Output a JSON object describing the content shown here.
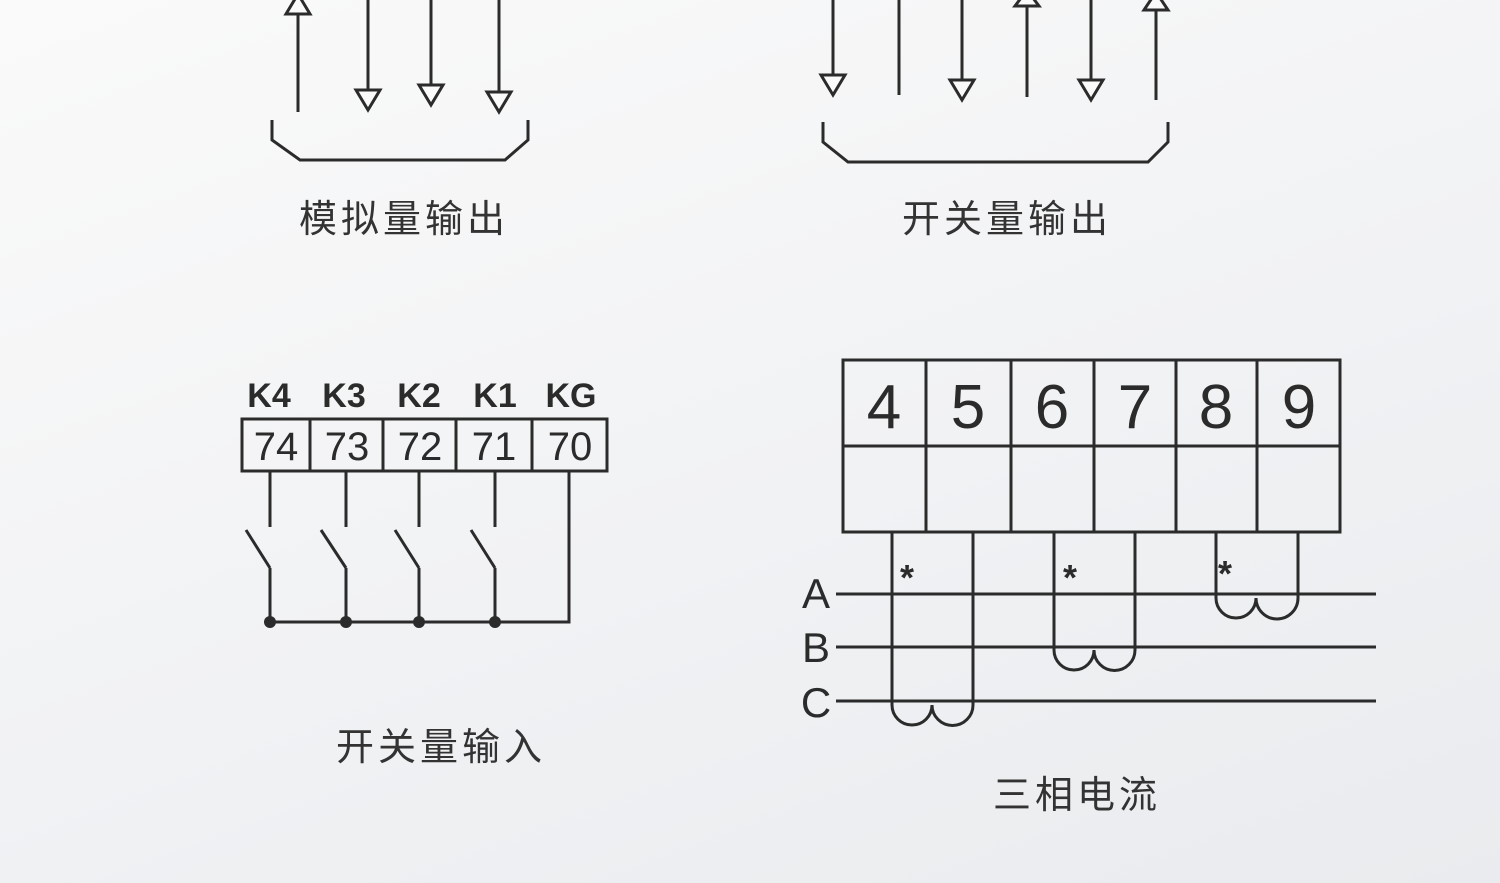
{
  "analog_output": {
    "caption": "模拟量输出"
  },
  "switch_output": {
    "caption": "开关量输出"
  },
  "switch_input": {
    "caption": "开关量输入",
    "terminals": [
      {
        "label": "K4",
        "number": "74"
      },
      {
        "label": "K3",
        "number": "73"
      },
      {
        "label": "K2",
        "number": "72"
      },
      {
        "label": "K1",
        "number": "71"
      },
      {
        "label": "KG",
        "number": "70"
      }
    ]
  },
  "three_phase_current": {
    "caption": "三相电流",
    "terminals": [
      "4",
      "5",
      "6",
      "7",
      "8",
      "9"
    ],
    "phases": [
      "A",
      "B",
      "C"
    ],
    "polarity_mark": "*"
  }
}
